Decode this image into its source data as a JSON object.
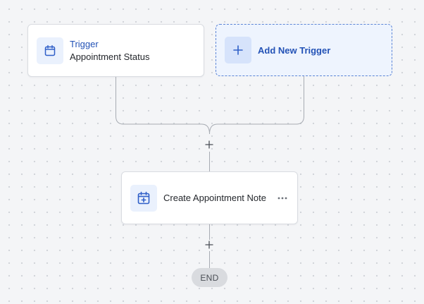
{
  "trigger": {
    "title": "Trigger",
    "subtitle": "Appointment Status",
    "icon": "calendar-icon"
  },
  "add_trigger": {
    "label": "Add New Trigger",
    "icon": "plus-icon"
  },
  "action": {
    "label": "Create Appointment Note",
    "icon": "calendar-plus-icon",
    "menu_icon": "more-horizontal-icon"
  },
  "end": {
    "label": "END"
  },
  "colors": {
    "accent": "#2352b6",
    "connector": "#a7abb2",
    "end_pill": "#d9dbdf"
  }
}
